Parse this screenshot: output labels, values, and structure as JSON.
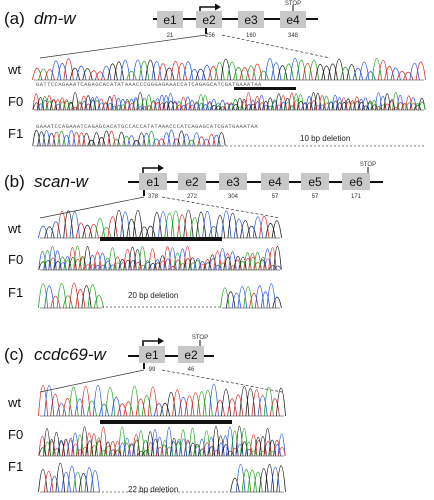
{
  "panels": [
    {
      "label": "(a)",
      "gene": "dm-w",
      "exons": [
        {
          "name": "e1",
          "size": "21"
        },
        {
          "name": "e2",
          "size": "256"
        },
        {
          "name": "e3",
          "size": "160"
        },
        {
          "name": "e4",
          "size": "348"
        }
      ],
      "stop": "STOP",
      "rows": [
        {
          "label": "wt",
          "sequence": "GATTCCAGAAATCAGAGCACATATAAACCCGGGAGAAACCATCAGAGCATCGATGAAATAA"
        },
        {
          "label": "F0",
          "sequence": ""
        },
        {
          "label": "F1",
          "sequence": "GAAATCCAGAAATCAGAGCACATGCCACCATATAAACCCATCAGAGCATCGATGAAATAA"
        }
      ],
      "deletion": "10 bp deletion"
    },
    {
      "label": "(b)",
      "gene": "scan-w",
      "exons": [
        {
          "name": "e1",
          "size": "378"
        },
        {
          "name": "e2",
          "size": "272"
        },
        {
          "name": "e3",
          "size": "304"
        },
        {
          "name": "e4",
          "size": "57"
        },
        {
          "name": "e5",
          "size": "57"
        },
        {
          "name": "e6",
          "size": "171"
        }
      ],
      "stop": "STOP",
      "rows": [
        {
          "label": "wt"
        },
        {
          "label": "F0"
        },
        {
          "label": "F1"
        }
      ],
      "deletion": "20 bp deletion"
    },
    {
      "label": "(c)",
      "gene": "ccdc69-w",
      "exons": [
        {
          "name": "e1",
          "size": "99"
        },
        {
          "name": "e2",
          "size": "46"
        }
      ],
      "stop": "STOP",
      "rows": [
        {
          "label": "wt"
        },
        {
          "label": "F0"
        },
        {
          "label": "F1"
        }
      ],
      "deletion": "22 bp deletion"
    }
  ],
  "colors": {
    "A": "#22a022",
    "C": "#2b57d6",
    "G": "#222222",
    "T": "#d62b2b",
    "exon": "#c8c8c8"
  }
}
